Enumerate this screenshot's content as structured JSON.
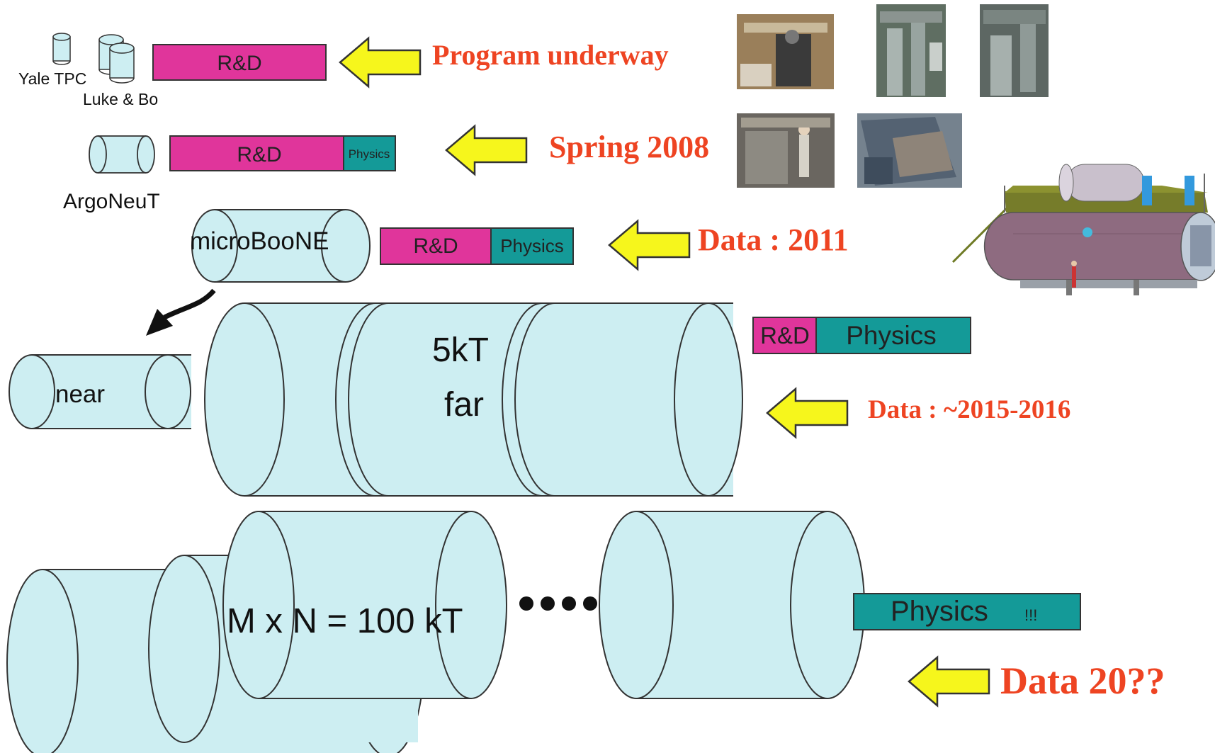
{
  "colors": {
    "cylinder_fill": "#cdeef2",
    "cylinder_stroke": "#333333",
    "rnd": "#e0359b",
    "physics": "#149a98",
    "arrow": "#f6f61c",
    "timeline_text": "#ee4422"
  },
  "detectors": {
    "yale_tpc": "Yale TPC",
    "luke_bo": "Luke & Bo",
    "argoneut": "ArgoNeuT",
    "microboone": "microBooNE",
    "near": "near",
    "far_5kt_line1": "5kT",
    "far_5kt_line2": "far",
    "mxn": "M x N = 100 kT"
  },
  "bars": {
    "row1": {
      "rnd": "R&D"
    },
    "row2": {
      "rnd": "R&D",
      "physics": "Physics"
    },
    "row3": {
      "rnd": "R&D",
      "physics": "Physics"
    },
    "row4": {
      "rnd": "R&D",
      "physics": "Physics"
    },
    "row5": {
      "physics": "Physics",
      "suffix": "!!!"
    }
  },
  "timeline": {
    "row1": "Program underway",
    "row2": "Spring 2008",
    "row3": "Data : 2011",
    "row4": "Data : ~2015-2016",
    "row5": "Data 20??"
  },
  "ellipsis_icon": "dots-icon",
  "photos": [
    "photo-lab-1",
    "photo-lab-2",
    "photo-lab-3",
    "photo-lab-4",
    "photo-lab-5",
    "cryostat-render"
  ]
}
